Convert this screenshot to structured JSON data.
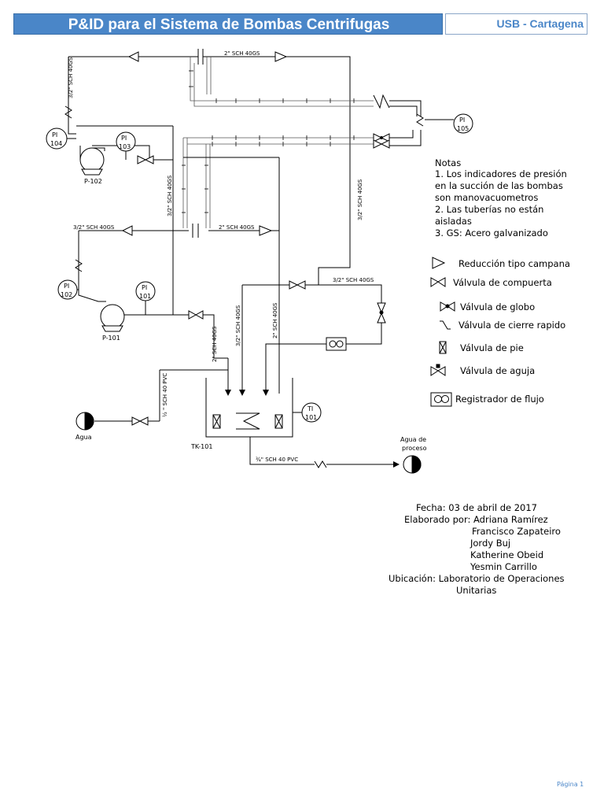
{
  "header": {
    "title": "P&ID para el Sistema de Bombas Centrifugas",
    "organization": "USB - Cartagena",
    "bar_color": "#4a86c8"
  },
  "pipes": {
    "top_2in": "2\" SCH 40GS",
    "left_top_32": "3/2\" SCH 40GS",
    "mid_32_vertical": "3/2\" SCH 40GS",
    "right_32_vertical": "3/2\" SCH 40GS",
    "left_mid_32": "3/2\" SCH 40GS",
    "mid_2in": "2\" SCH 40GS",
    "return_32": "3/2\" SCH 40GS",
    "drop_32": "3/2\" SCH 40GS",
    "drop_2in": "2\" SCH 40GS",
    "p101_out_2in": "2\" SCH 40GS",
    "water_in": "½ \" SCH 40 PVC",
    "process_out": "¾\" SCH 40 PVC"
  },
  "instruments": {
    "pi104": [
      "PI",
      "104"
    ],
    "pi103": [
      "PI",
      "103"
    ],
    "pi105": [
      "PI",
      "105"
    ],
    "pi102": [
      "PI",
      "102"
    ],
    "pi101": [
      "PI",
      "101"
    ],
    "ti101": [
      "TI",
      "101"
    ]
  },
  "equipment": {
    "p102": "P-102",
    "p101": "P-101",
    "tank": "TK-101",
    "water": "Agua",
    "process_water": [
      "Agua de",
      "proceso"
    ]
  },
  "notes": {
    "heading": "Notas",
    "lines": [
      "1. Los indicadores de presión",
      "en la succión de las bombas",
      "son manovacuometros",
      "2. Las tuberías no están",
      "aisladas",
      "3. GS: Acero galvanizado"
    ]
  },
  "legend": [
    {
      "symbol": "reducer",
      "label": "Reducción tipo campana"
    },
    {
      "symbol": "gate-valve",
      "label": "Válvula de compuerta"
    },
    {
      "symbol": "globe-valve",
      "label": "Válvula de globo"
    },
    {
      "symbol": "quick-close-valve",
      "label": "Válvula de cierre rapido"
    },
    {
      "symbol": "foot-valve",
      "label": "Válvula de pie"
    },
    {
      "symbol": "needle-valve",
      "label": "Válvula de aguja"
    },
    {
      "symbol": "flow-recorder",
      "label": "Registrador de flujo"
    }
  ],
  "info": {
    "date": "Fecha: 03 de abril de 2017",
    "prepared_by": "Elaborado por: Adriana Ramírez",
    "authors": [
      "Francisco Zapateiro",
      "Jordy Buj",
      "Katherine Obeid",
      "Yesmin Carrillo"
    ],
    "location": "Ubicación: Laboratorio de Operaciones",
    "location_cont": "Unitarias"
  },
  "footer": {
    "page": "Página 1"
  }
}
